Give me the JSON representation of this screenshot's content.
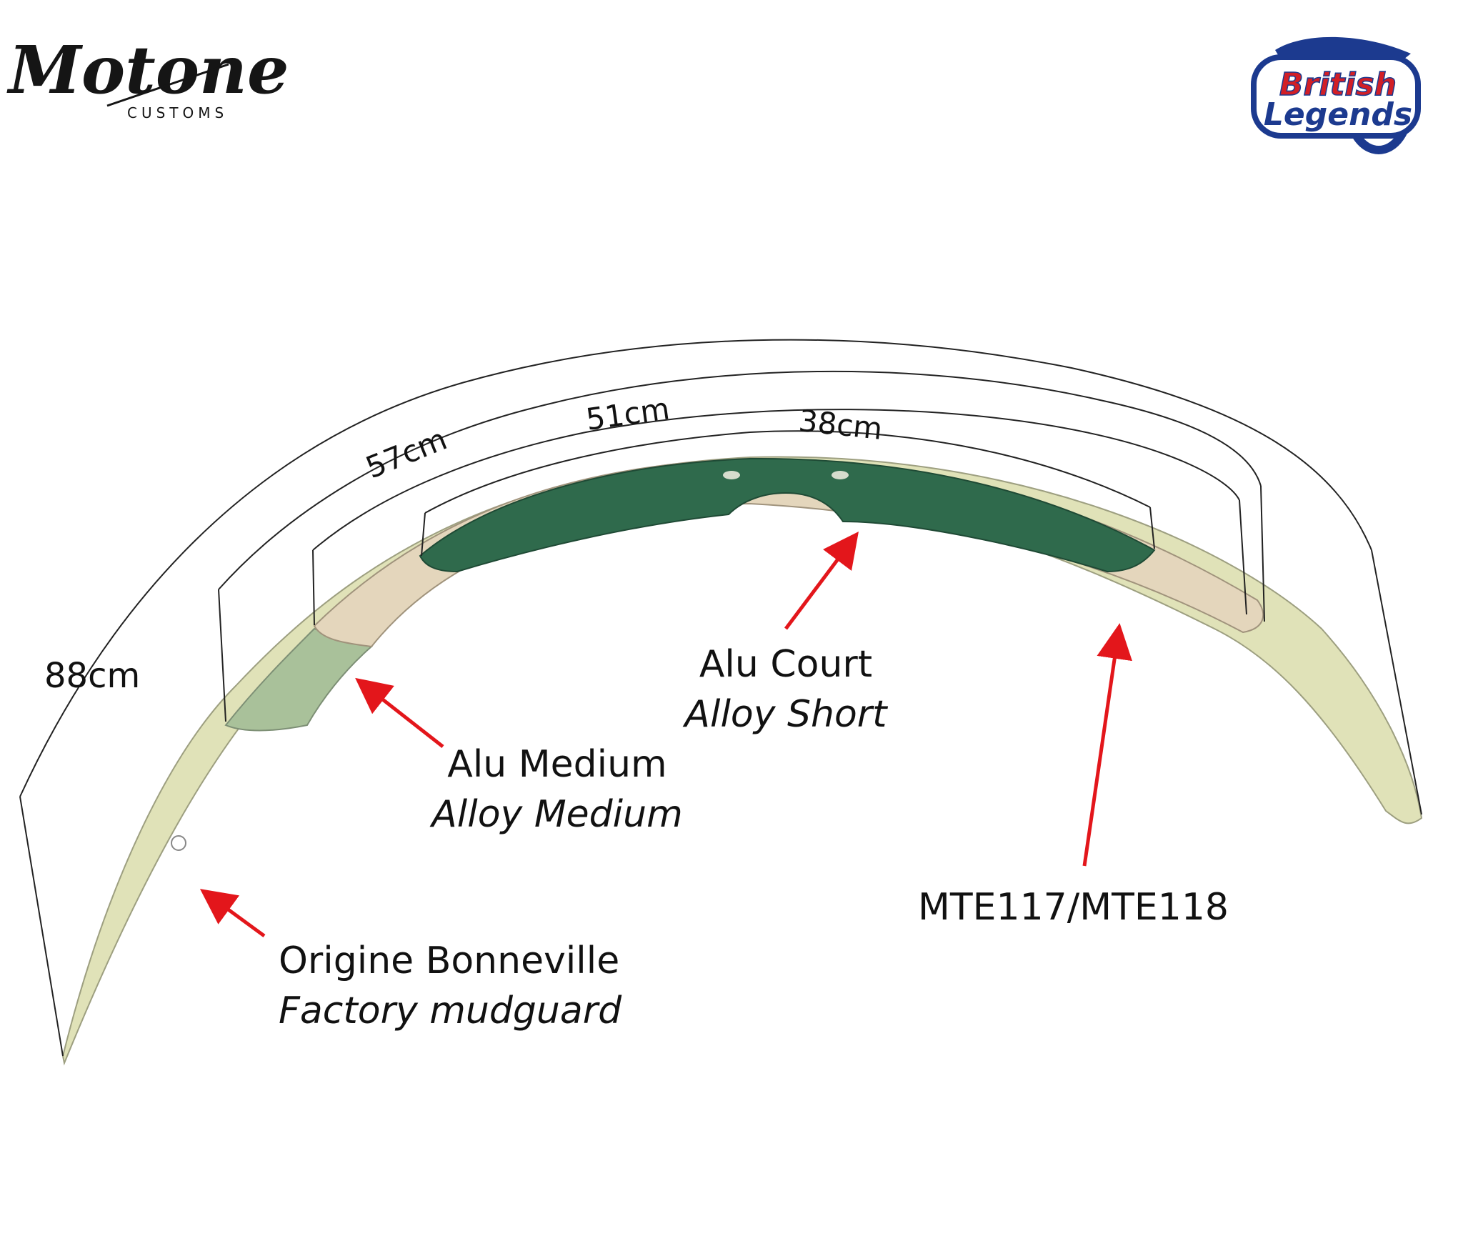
{
  "logos": {
    "left_brand": "Motone",
    "left_sub": "CUSTOMS",
    "right_line1": "British",
    "right_line2": "Legends"
  },
  "dimensions": {
    "d88": "88cm",
    "d57": "57cm",
    "d51": "51cm",
    "d38": "38cm"
  },
  "labels": {
    "short": {
      "fr": "Alu Court",
      "en": "Alloy Short"
    },
    "medium": {
      "fr": "Alu Medium",
      "en": "Alloy Medium"
    },
    "factory": {
      "fr": "Origine Bonneville",
      "en": "Factory mudguard"
    },
    "part_number": "MTE117/MTE118"
  },
  "colors": {
    "factory_fill": "#e0e2b8",
    "medium_fill": "#b0c7a0",
    "short_fill": "#2f6a4c",
    "tan_fill": "#e4d6bc",
    "arrow": "#e3161b",
    "brand_red": "#d21f26",
    "brand_blue": "#1c3a8f"
  }
}
